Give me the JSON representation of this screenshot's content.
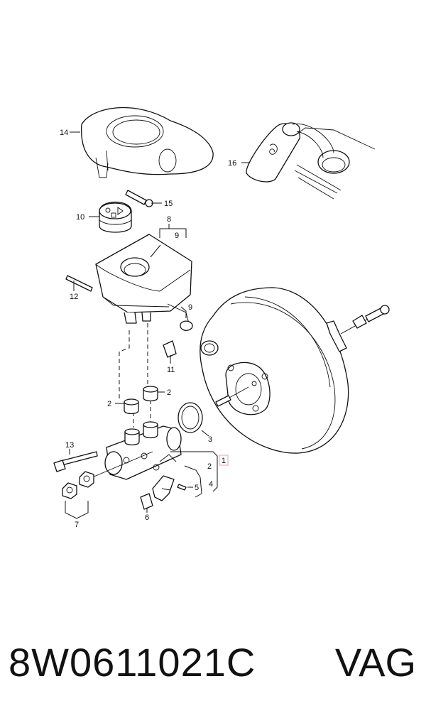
{
  "callouts": {
    "c1": "1",
    "c2a": "2",
    "c2b": "2",
    "c2c": "2",
    "c3": "3",
    "c4": "4",
    "c5": "5",
    "c6": "6",
    "c7": "7",
    "c8": "8",
    "c9a": "9",
    "c9b": "9",
    "c10": "10",
    "c11": "11",
    "c12": "12",
    "c13": "13",
    "c14": "14",
    "c15": "15",
    "c16": "16"
  },
  "footer": {
    "part_number": "8W0611021C",
    "brand": "VAG"
  }
}
